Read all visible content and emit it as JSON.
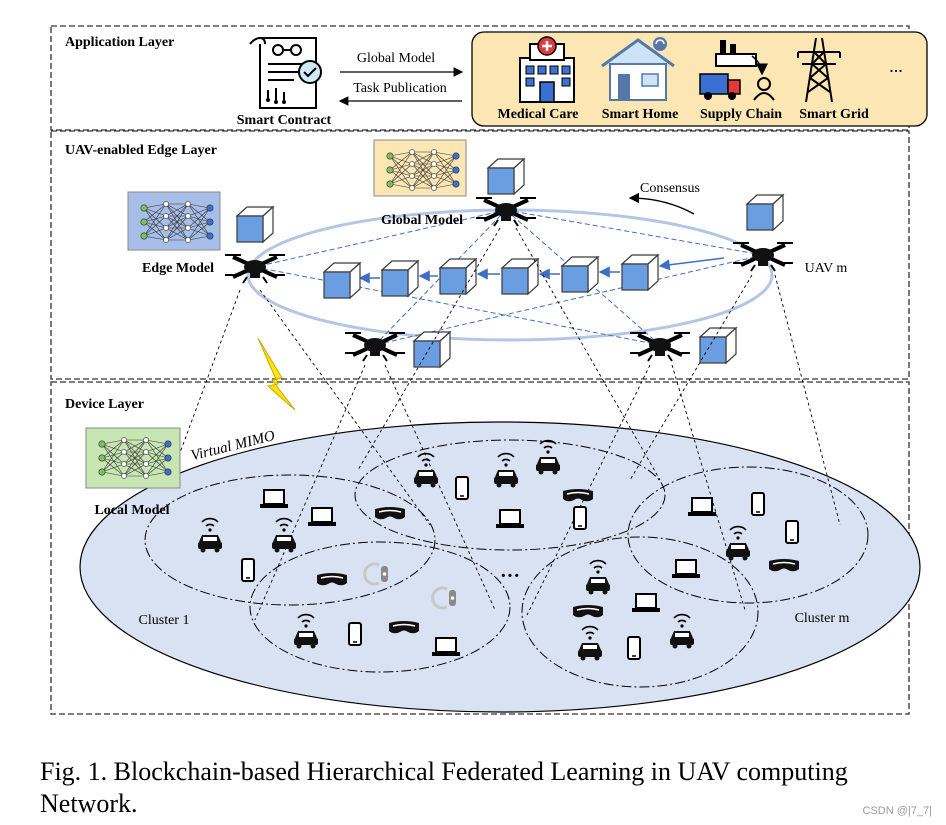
{
  "application_layer": {
    "title": "Application Layer",
    "contract_label": "Smart Contract",
    "arrow_top_label": "Global Model",
    "arrow_bottom_label": "Task Publication",
    "apps": [
      {
        "label": "Medical Care",
        "icon": "hospital-icon"
      },
      {
        "label": "Smart Home",
        "icon": "smart-home-icon"
      },
      {
        "label": "Supply Chain",
        "icon": "supply-chain-icon"
      },
      {
        "label": "Smart Grid",
        "icon": "power-tower-icon"
      }
    ],
    "more": "..."
  },
  "edge_layer": {
    "title": "UAV-enabled  Edge Layer",
    "global_model_label": "Global Model",
    "edge_model_label": "Edge Model",
    "consensus_label": "Consensus",
    "uav_m_label": "UAV m"
  },
  "device_layer": {
    "title": "Device Layer",
    "local_model_label": "Local Model",
    "virtual_mimo_label": "Virtual MIMO",
    "cluster_1_label": "Cluster 1",
    "cluster_m_label": "Cluster m",
    "dots": "···"
  },
  "caption": "Fig. 1.  Blockchain-based Hierarchical Federated Learning in UAV computing Network.",
  "watermark": "CSDN @|7_7|",
  "colors": {
    "app_panel": "#fbe6b4",
    "ground_fill": "#d9e2f3",
    "block_fill": "#6b9ee0",
    "ring": "#b3c6e6",
    "arrow": "#3f6fc4",
    "lightning": "#ffe600"
  }
}
